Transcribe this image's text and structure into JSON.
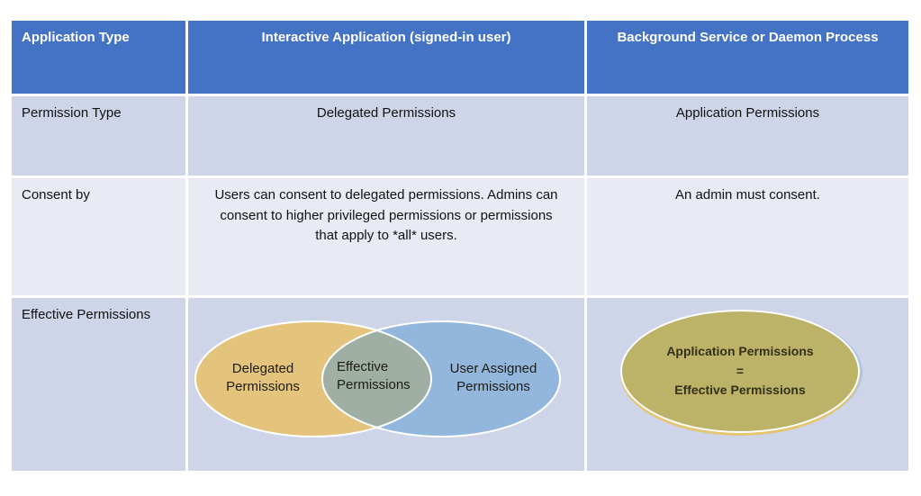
{
  "figure": {
    "header": {
      "application_type": "Application Type",
      "interactive": "Interactive Application (signed-in user)",
      "daemon": "Background Service or Daemon Process"
    },
    "permission_type_row": {
      "label": "Permission Type",
      "interactive": "Delegated Permissions",
      "daemon": "Application Permissions"
    },
    "consent_row": {
      "label": "Consent by",
      "interactive": "Users can consent to delegated permissions. Admins can consent to higher privileged permissions or permissions that apply to *all* users.",
      "daemon": "An admin must consent."
    },
    "effective_row": {
      "label": "Effective Permissions",
      "venn": {
        "left": "Delegated Permissions",
        "center": "Effective Permissions",
        "right": "User Assigned Permissions"
      },
      "daemon_ellipse": {
        "line1": "Application Permissions",
        "line2": "=",
        "line3": "Effective Permissions"
      }
    },
    "colors": {
      "header-bg": "#4472C4",
      "header-text": "#FFFFFF",
      "band-dark": "#CFD5E9",
      "band-light": "#E9EBF4",
      "venn-gold": "#E4C37C",
      "venn-blue": "#93B6DD",
      "venn-overlap": "#9FAFA3",
      "olive": "#BDB368",
      "olive-rim": "#E3C573"
    }
  }
}
